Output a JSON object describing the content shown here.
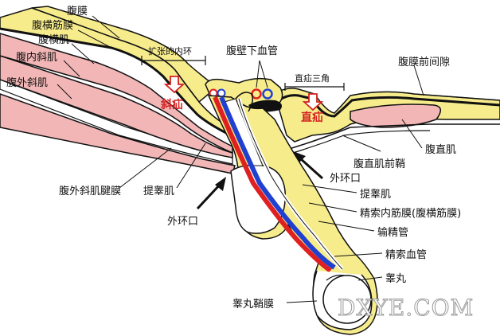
{
  "labels": {
    "peritoneum": "腹膜",
    "transversalis_fascia": "腹横筋膜",
    "transversus_muscle": "腹横肌",
    "internal_oblique": "腹内斜肌",
    "external_oblique": "腹外斜肌",
    "dilated_internal_ring": "扩张的内环",
    "indirect_hernia": "斜疝",
    "inferior_epigastric_vessels": "腹壁下血管",
    "inguinal_triangle": "直疝三角",
    "direct_hernia": "直疝",
    "preperitoneal_space": "腹膜前间隙",
    "rectus_muscle": "腹直肌",
    "rectus_sheath": "腹直肌前鞘",
    "external_ring_right": "外环口",
    "cremaster_right": "提睾肌",
    "internal_spermatic_fascia": "精索内筋膜(腹横筋膜)",
    "vas_deferens": "输精管",
    "spermatic_vessels": "精索血管",
    "testis": "睾丸",
    "tunica_vaginalis": "睾丸鞘膜",
    "external_oblique_aponeurosis": "腹外斜肌腱膜",
    "cremaster_left": "提睾肌",
    "external_ring_left": "外环口"
  },
  "watermark": "DXYE.COM",
  "colors": {
    "membrane_yellow": "#f7ec8c",
    "muscle_pink": "#f2b6b6",
    "vessel_red": "#e02020",
    "vessel_blue": "#2040d0",
    "outline": "#111111",
    "hernia_red": "#d42020"
  }
}
